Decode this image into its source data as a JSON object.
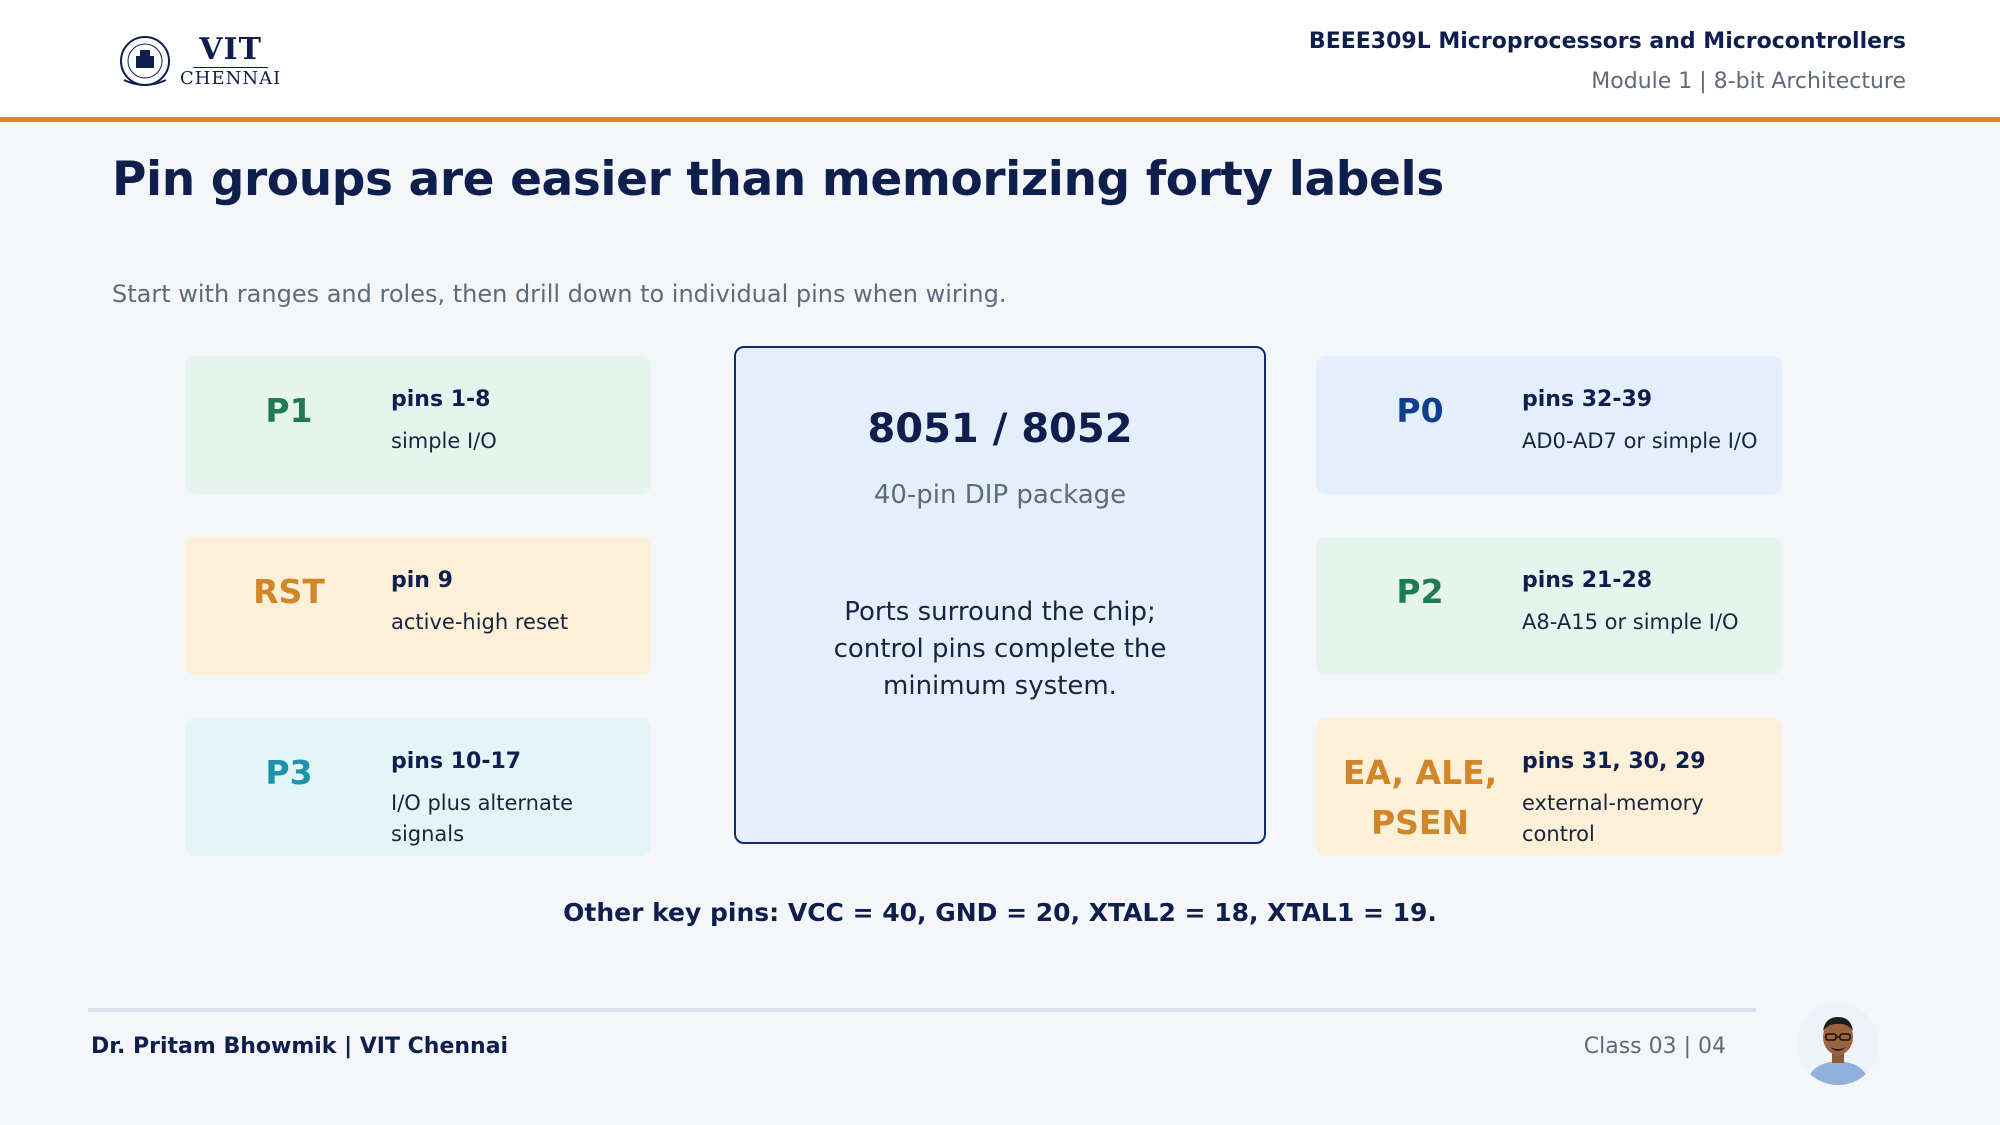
{
  "header": {
    "logo_text": {
      "top": "VIT",
      "bottom": "CHENNAI"
    },
    "course_title": "BEEE309L Microprocessors and Microcontrollers",
    "course_subtitle": "Module 1 | 8-bit Architecture"
  },
  "slide": {
    "title": "Pin groups are easier than memorizing forty labels",
    "subtitle": "Start with ranges and roles, then drill down to individual pins when wiring."
  },
  "left_cards": [
    {
      "code": "P1",
      "pins": "pins 1-8",
      "desc": "simple I/O",
      "color": "#1f7a55"
    },
    {
      "code": "RST",
      "pins": "pin 9",
      "desc": "active-high reset",
      "color": "#d1862a"
    },
    {
      "code": "P3",
      "pins": "pins 10-17",
      "desc": "I/O plus alternate signals",
      "color": "#1a93ab"
    }
  ],
  "right_cards": [
    {
      "code": "P0",
      "pins": "pins 32-39",
      "desc": "AD0-AD7 or simple I/O",
      "color": "#0f3f8c"
    },
    {
      "code": "P2",
      "pins": "pins 21-28",
      "desc": "A8-A15 or simple I/O",
      "color": "#1f7a55"
    },
    {
      "code": "EA, ALE, PSEN",
      "pins": "pins 31, 30, 29",
      "desc": "external-memory control",
      "color": "#d1862a"
    }
  ],
  "chip": {
    "name": "8051 / 8052",
    "package": "40-pin DIP package",
    "note": "Ports surround the chip; control pins complete the minimum system."
  },
  "other_pins": "Other key pins: VCC = 40, GND = 20, XTAL2 = 18, XTAL1 = 19.",
  "footer": {
    "author": "Dr. Pritam Bhowmik | VIT Chennai",
    "class_info": "Class 03  |  04"
  },
  "colors": {
    "accent_rule": "#d88a26",
    "navy": "#0f1f4d",
    "muted": "#5f6b7a"
  }
}
